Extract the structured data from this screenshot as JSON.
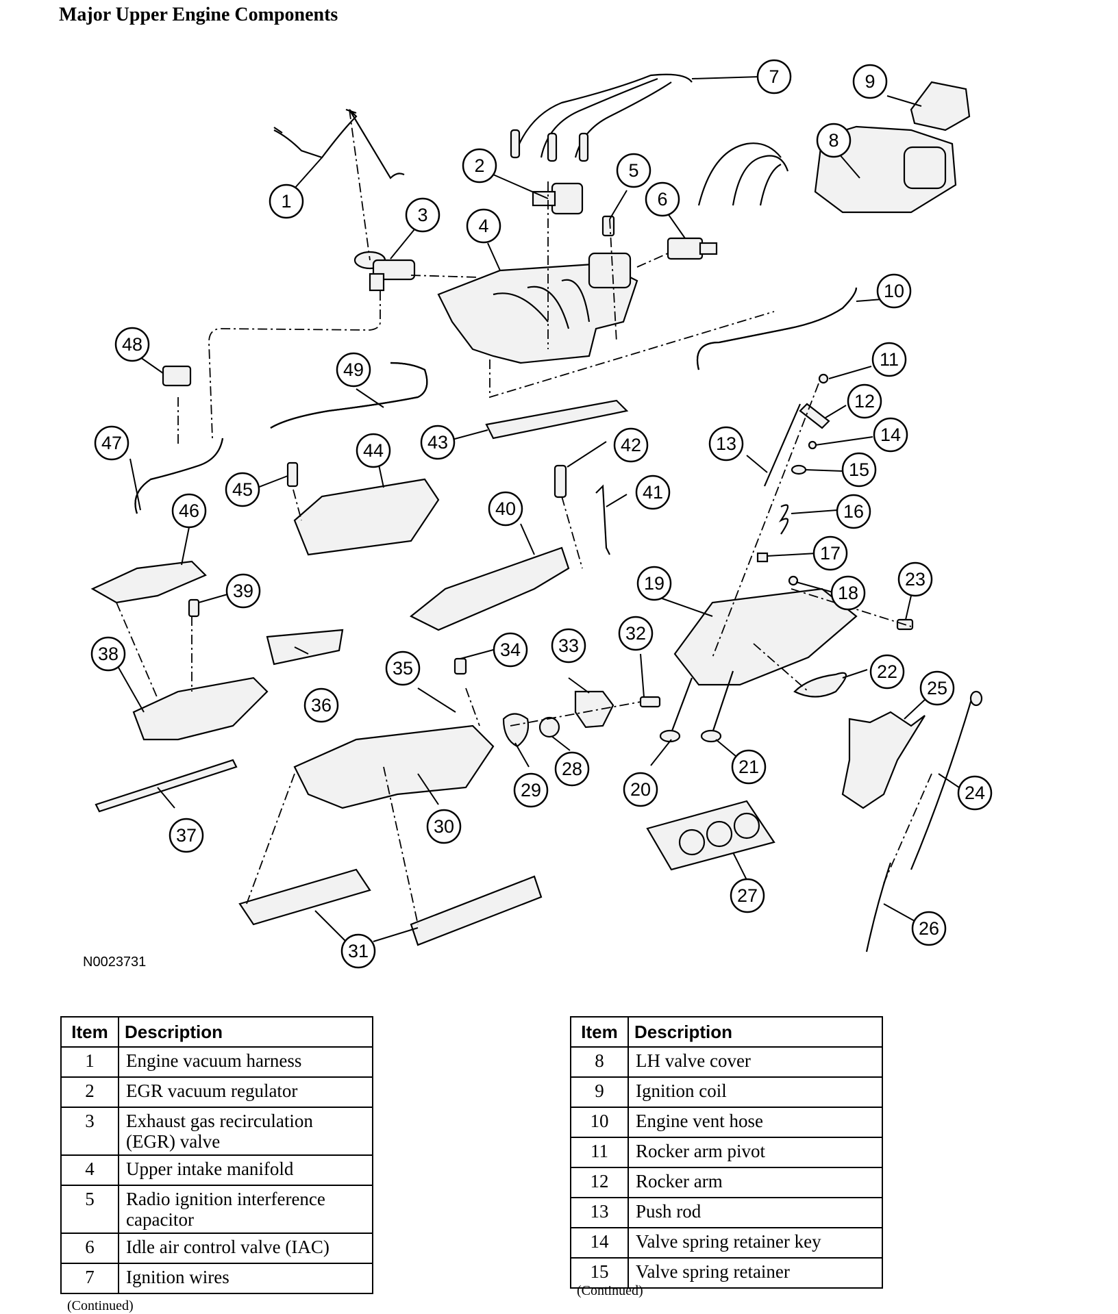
{
  "title": "Major Upper Engine Components",
  "figure_id": "N0023731",
  "continued_label": "(Continued)",
  "callouts": [
    "1",
    "2",
    "3",
    "4",
    "5",
    "6",
    "7",
    "8",
    "9",
    "10",
    "11",
    "12",
    "13",
    "14",
    "15",
    "16",
    "17",
    "18",
    "19",
    "20",
    "21",
    "22",
    "23",
    "24",
    "25",
    "26",
    "27",
    "28",
    "29",
    "30",
    "31",
    "32",
    "33",
    "34",
    "35",
    "36",
    "37",
    "38",
    "39",
    "40",
    "41",
    "42",
    "43",
    "44",
    "45",
    "46",
    "47",
    "48",
    "49"
  ],
  "table_headers": {
    "item": "Item",
    "description": "Description"
  },
  "table_left": [
    {
      "item": "1",
      "description": "Engine vacuum harness"
    },
    {
      "item": "2",
      "description": "EGR vacuum regulator"
    },
    {
      "item": "3",
      "description": "Exhaust gas recirculation (EGR) valve"
    },
    {
      "item": "4",
      "description": "Upper intake manifold"
    },
    {
      "item": "5",
      "description": "Radio ignition interference capacitor"
    },
    {
      "item": "6",
      "description": "Idle air control valve (IAC)"
    },
    {
      "item": "7",
      "description": "Ignition wires"
    }
  ],
  "table_right": [
    {
      "item": "8",
      "description": "LH valve cover"
    },
    {
      "item": "9",
      "description": "Ignition coil"
    },
    {
      "item": "10",
      "description": "Engine vent hose"
    },
    {
      "item": "11",
      "description": "Rocker arm pivot"
    },
    {
      "item": "12",
      "description": "Rocker arm"
    },
    {
      "item": "13",
      "description": "Push rod"
    },
    {
      "item": "14",
      "description": "Valve spring retainer key"
    },
    {
      "item": "15",
      "description": "Valve spring retainer"
    }
  ]
}
